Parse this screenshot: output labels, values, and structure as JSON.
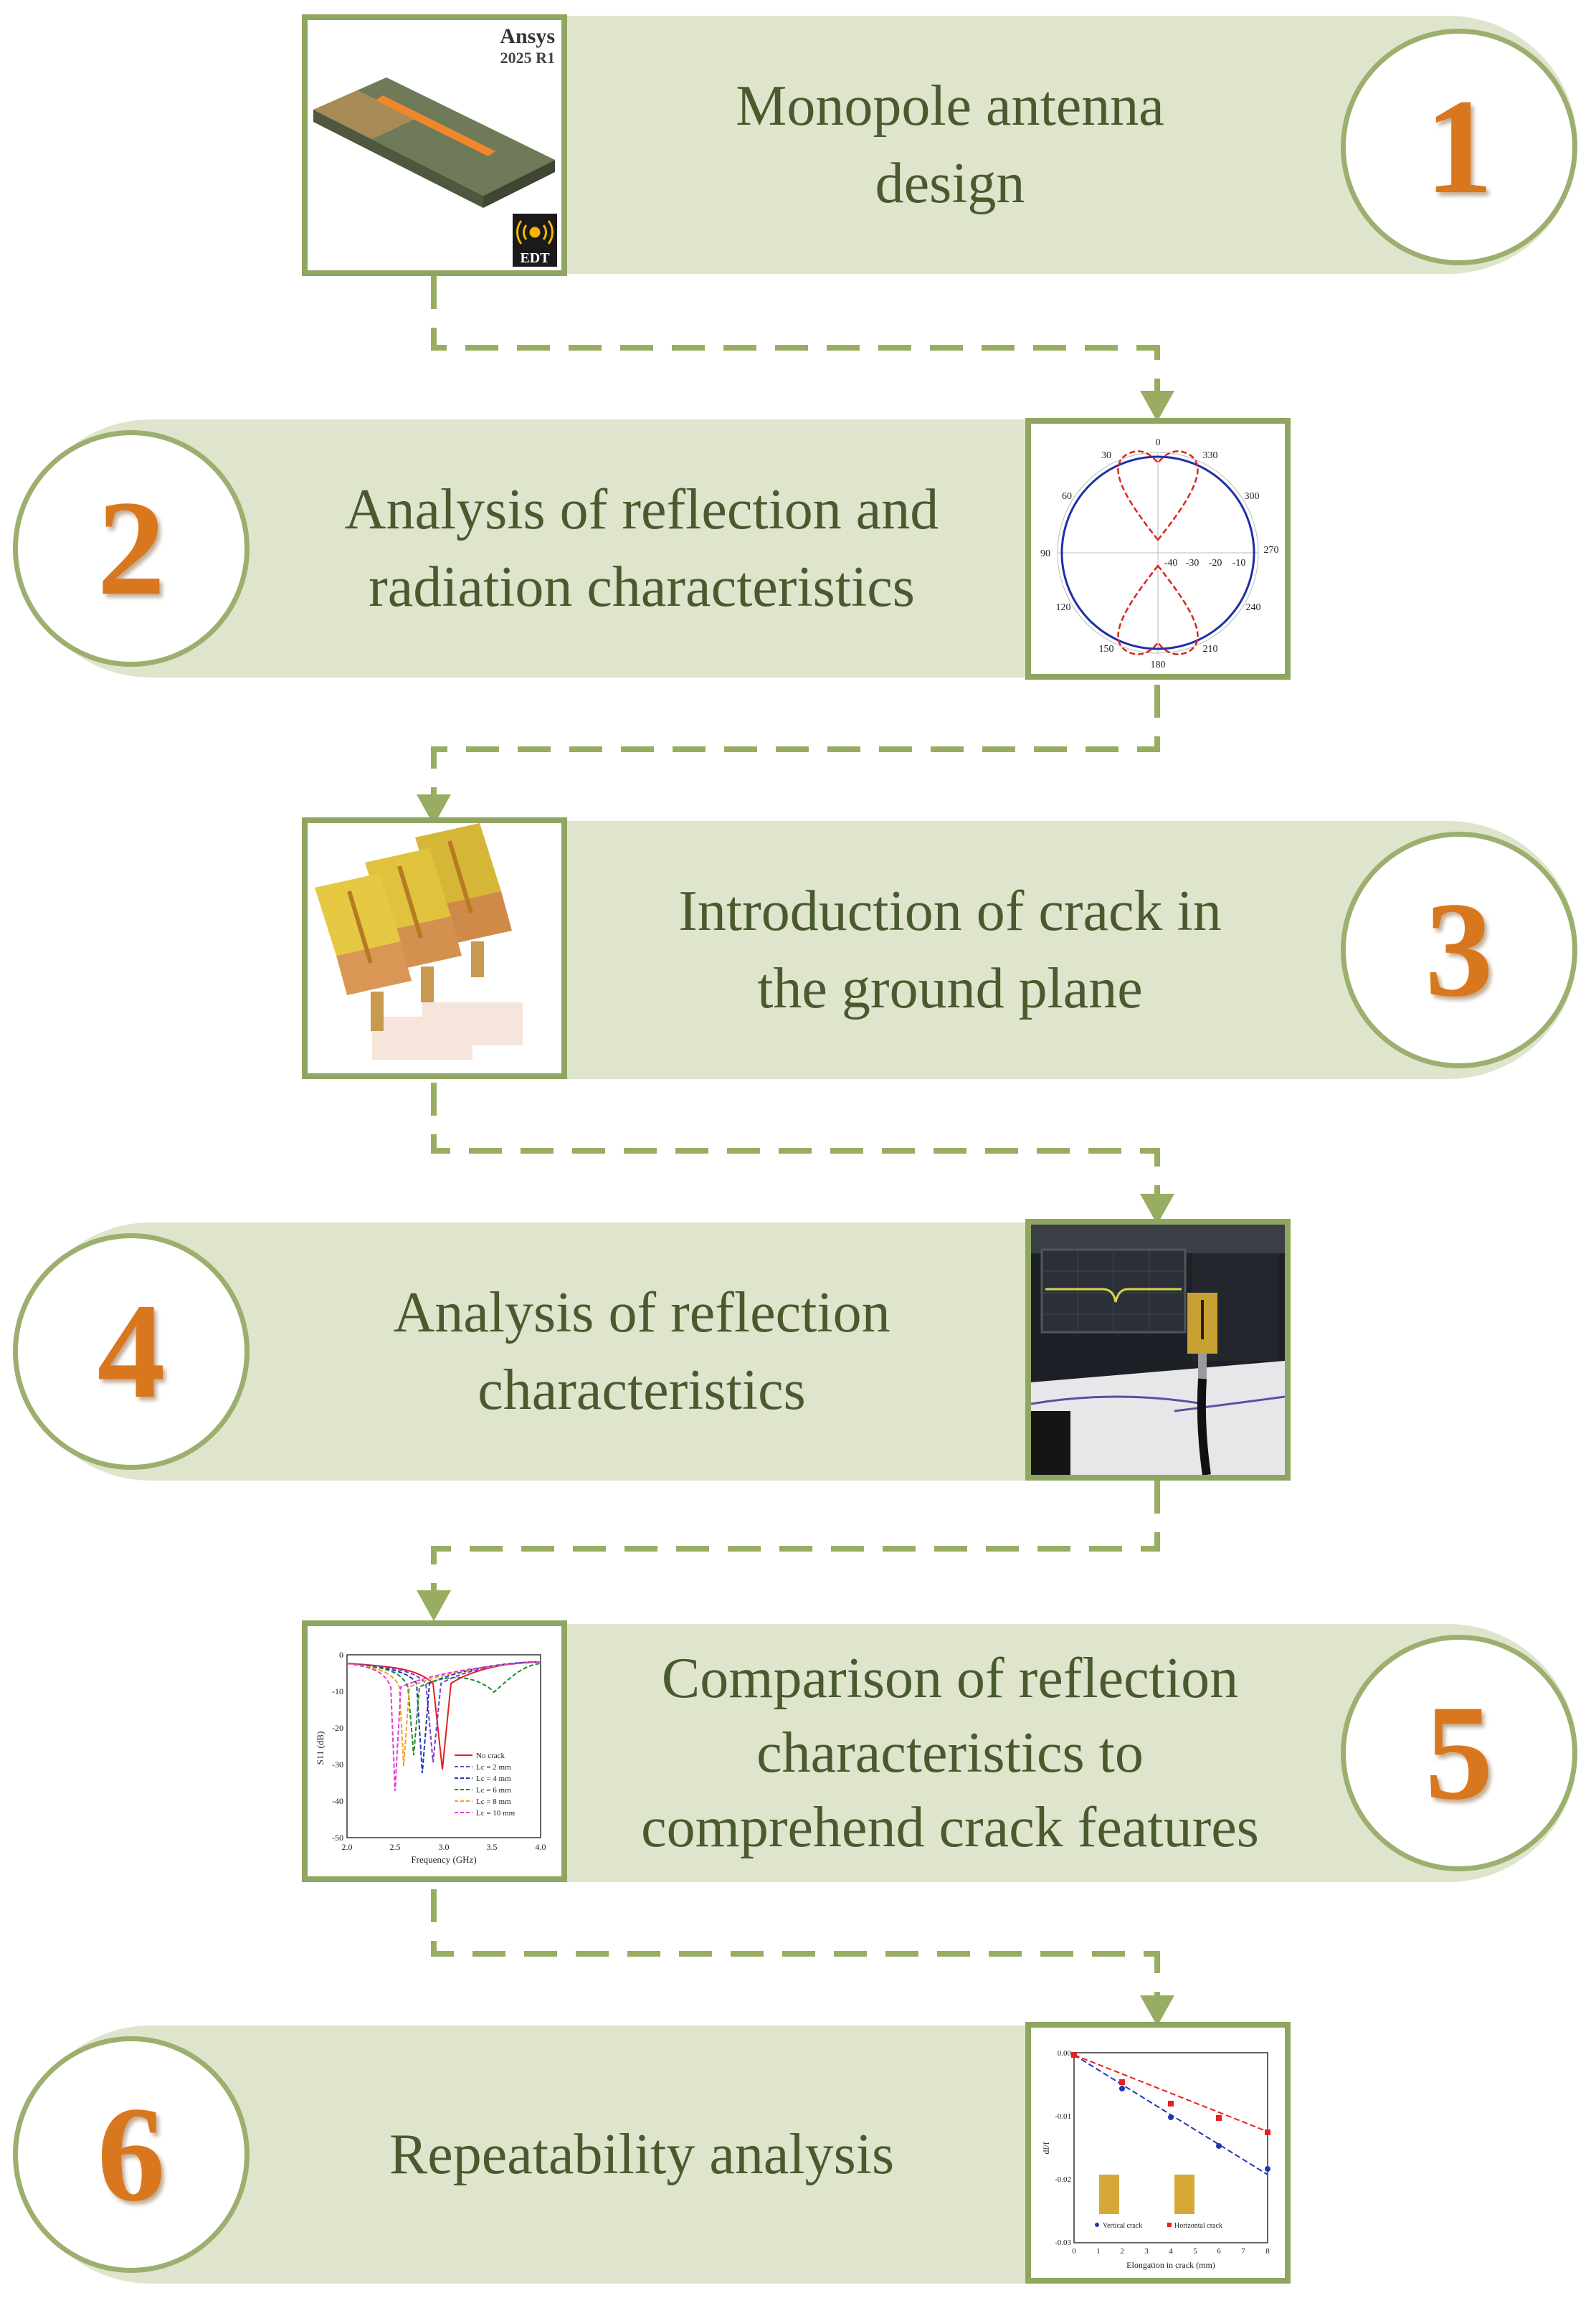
{
  "steps": [
    {
      "number": "1",
      "lines": [
        "Monopole antenna",
        "design"
      ]
    },
    {
      "number": "2",
      "lines": [
        "Analysis of reflection and",
        "radiation characteristics"
      ]
    },
    {
      "number": "3",
      "lines": [
        "Introduction of crack in",
        "the ground plane"
      ]
    },
    {
      "number": "4",
      "lines": [
        "Analysis of reflection",
        "characteristics"
      ]
    },
    {
      "number": "5",
      "lines": [
        "Comparison of reflection",
        "characteristics to",
        "comprehend crack features"
      ]
    },
    {
      "number": "6",
      "lines": [
        "Repeatability analysis"
      ]
    }
  ],
  "thumb1": {
    "brand": "Ansys",
    "version": "2025 R1",
    "badge": "EDT"
  },
  "thumb2": {
    "angles": [
      "0",
      "30",
      "60",
      "90",
      "120",
      "150",
      "180",
      "210",
      "240",
      "270",
      "300",
      "330"
    ],
    "radial": [
      "-40",
      "-30",
      "-20",
      "-10"
    ]
  },
  "thumb5": {
    "ylabel": "S11 (dB)",
    "xlabel": "Frequency (GHz)",
    "yticks": [
      "0",
      "-10",
      "-20",
      "-30",
      "-40",
      "-50"
    ],
    "xticks": [
      "2.0",
      "2.5",
      "3.0",
      "3.5",
      "4.0"
    ],
    "legend": [
      "No crack",
      "Lc = 2 mm",
      "Lc = 4 mm",
      "Lc = 6 mm",
      "Lc = 8 mm",
      "Lc = 10 mm"
    ]
  },
  "thumb6": {
    "ylabel": "df/f",
    "xlabel": "Elongation in crack (mm)",
    "yticks": [
      "0.00",
      "-0.01",
      "-0.02",
      "-0.03"
    ],
    "xticks": [
      "0",
      "1",
      "2",
      "3",
      "4",
      "5",
      "6",
      "7",
      "8"
    ],
    "legend": [
      "Vertical crack",
      "Horizontal crack"
    ]
  },
  "colors": {
    "band": "#dfe5cc",
    "border": "#8fa661",
    "number": "#d9771e",
    "text": "#4a5a2f"
  }
}
